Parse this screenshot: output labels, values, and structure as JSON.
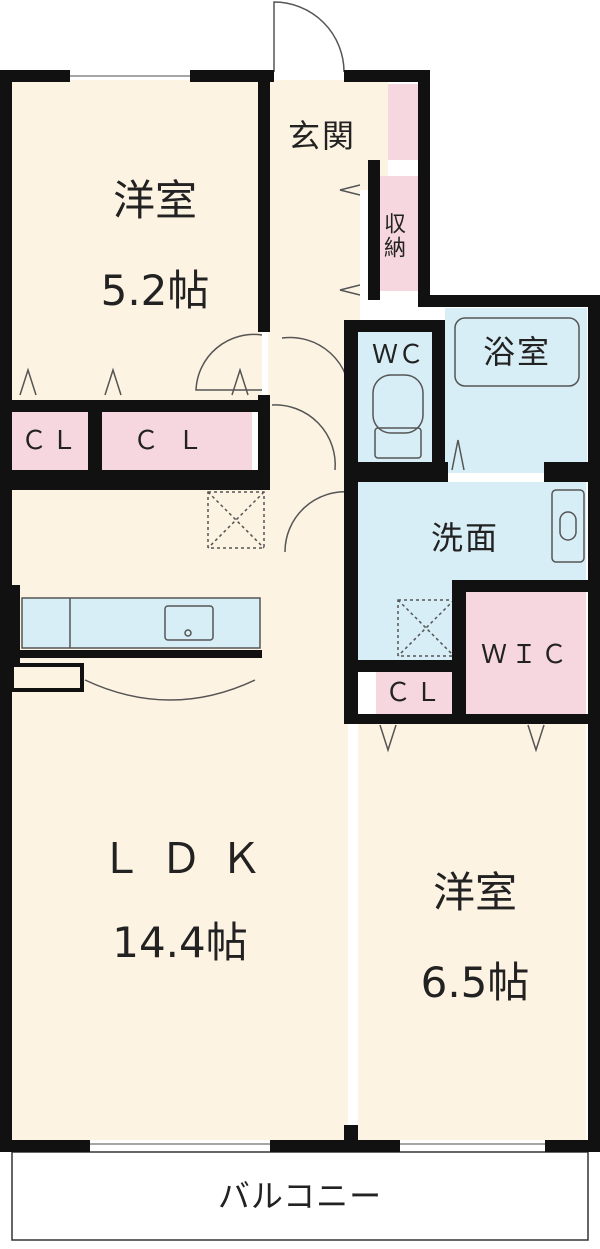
{
  "plan": {
    "colors": {
      "room_floor": "#fdf3e2",
      "wet_area": "#d8eef6",
      "storage": "#f7d7df",
      "wall": "#111111",
      "balcony": "#ffffff"
    },
    "rooms": {
      "bedroom_1": {
        "name": "洋室",
        "size": "5.2帖"
      },
      "ldk": {
        "name": "ＬＤＫ",
        "size": "14.4帖"
      },
      "bedroom_2": {
        "name": "洋室",
        "size": "6.5帖"
      },
      "entrance": {
        "name": "玄関"
      },
      "shoe_storage": {
        "name": "収納"
      },
      "toilet": {
        "name": "ＷＣ"
      },
      "bathroom": {
        "name": "浴室"
      },
      "washroom": {
        "name": "洗面"
      },
      "closet_1": {
        "name": "ＣＬ"
      },
      "closet_2": {
        "name": "ＣＬ"
      },
      "closet_3": {
        "name": "ＣＬ"
      },
      "walk_in_closet": {
        "name": "ＷＩＣ"
      },
      "balcony": {
        "name": "バルコニー"
      }
    }
  }
}
